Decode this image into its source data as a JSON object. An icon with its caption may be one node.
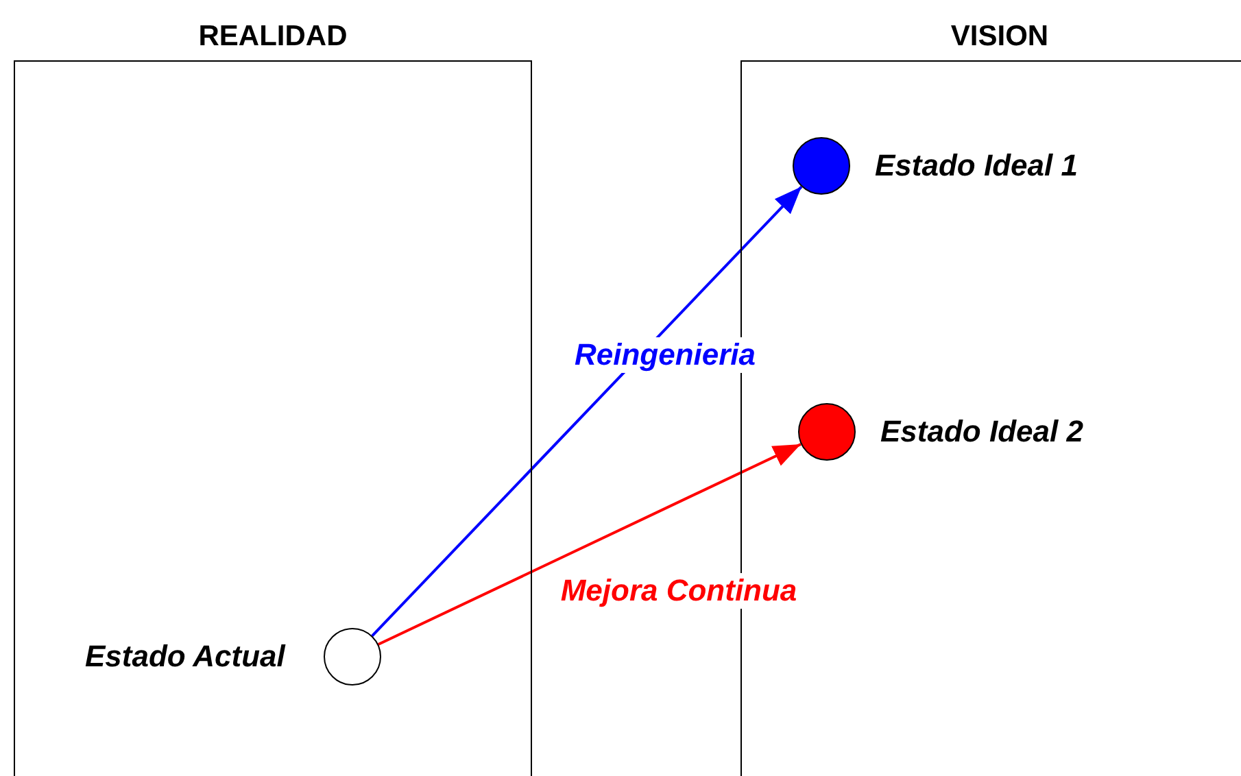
{
  "diagram": {
    "nodes": [
      {
        "text": [
          "REALIDAD"
        ]
      },
      {
        "text": [
          "VISION"
        ]
      },
      {
        "text": [
          "Estado Actual"
        ],
        "in": 0
      },
      {
        "text": [
          "Estado Ideal 1"
        ],
        "in": 1
      },
      {
        "text": [
          "Estado Ideal 2"
        ],
        "in": 1
      }
    ],
    "edges": [
      {
        "from": 2,
        "to": 3,
        "arrow": "to",
        "label": "Reingenieria",
        "color": "#0000ff"
      },
      {
        "from": 2,
        "to": 4,
        "arrow": "to",
        "label": "Mejora Continua",
        "color": "#ff0000"
      }
    ]
  }
}
